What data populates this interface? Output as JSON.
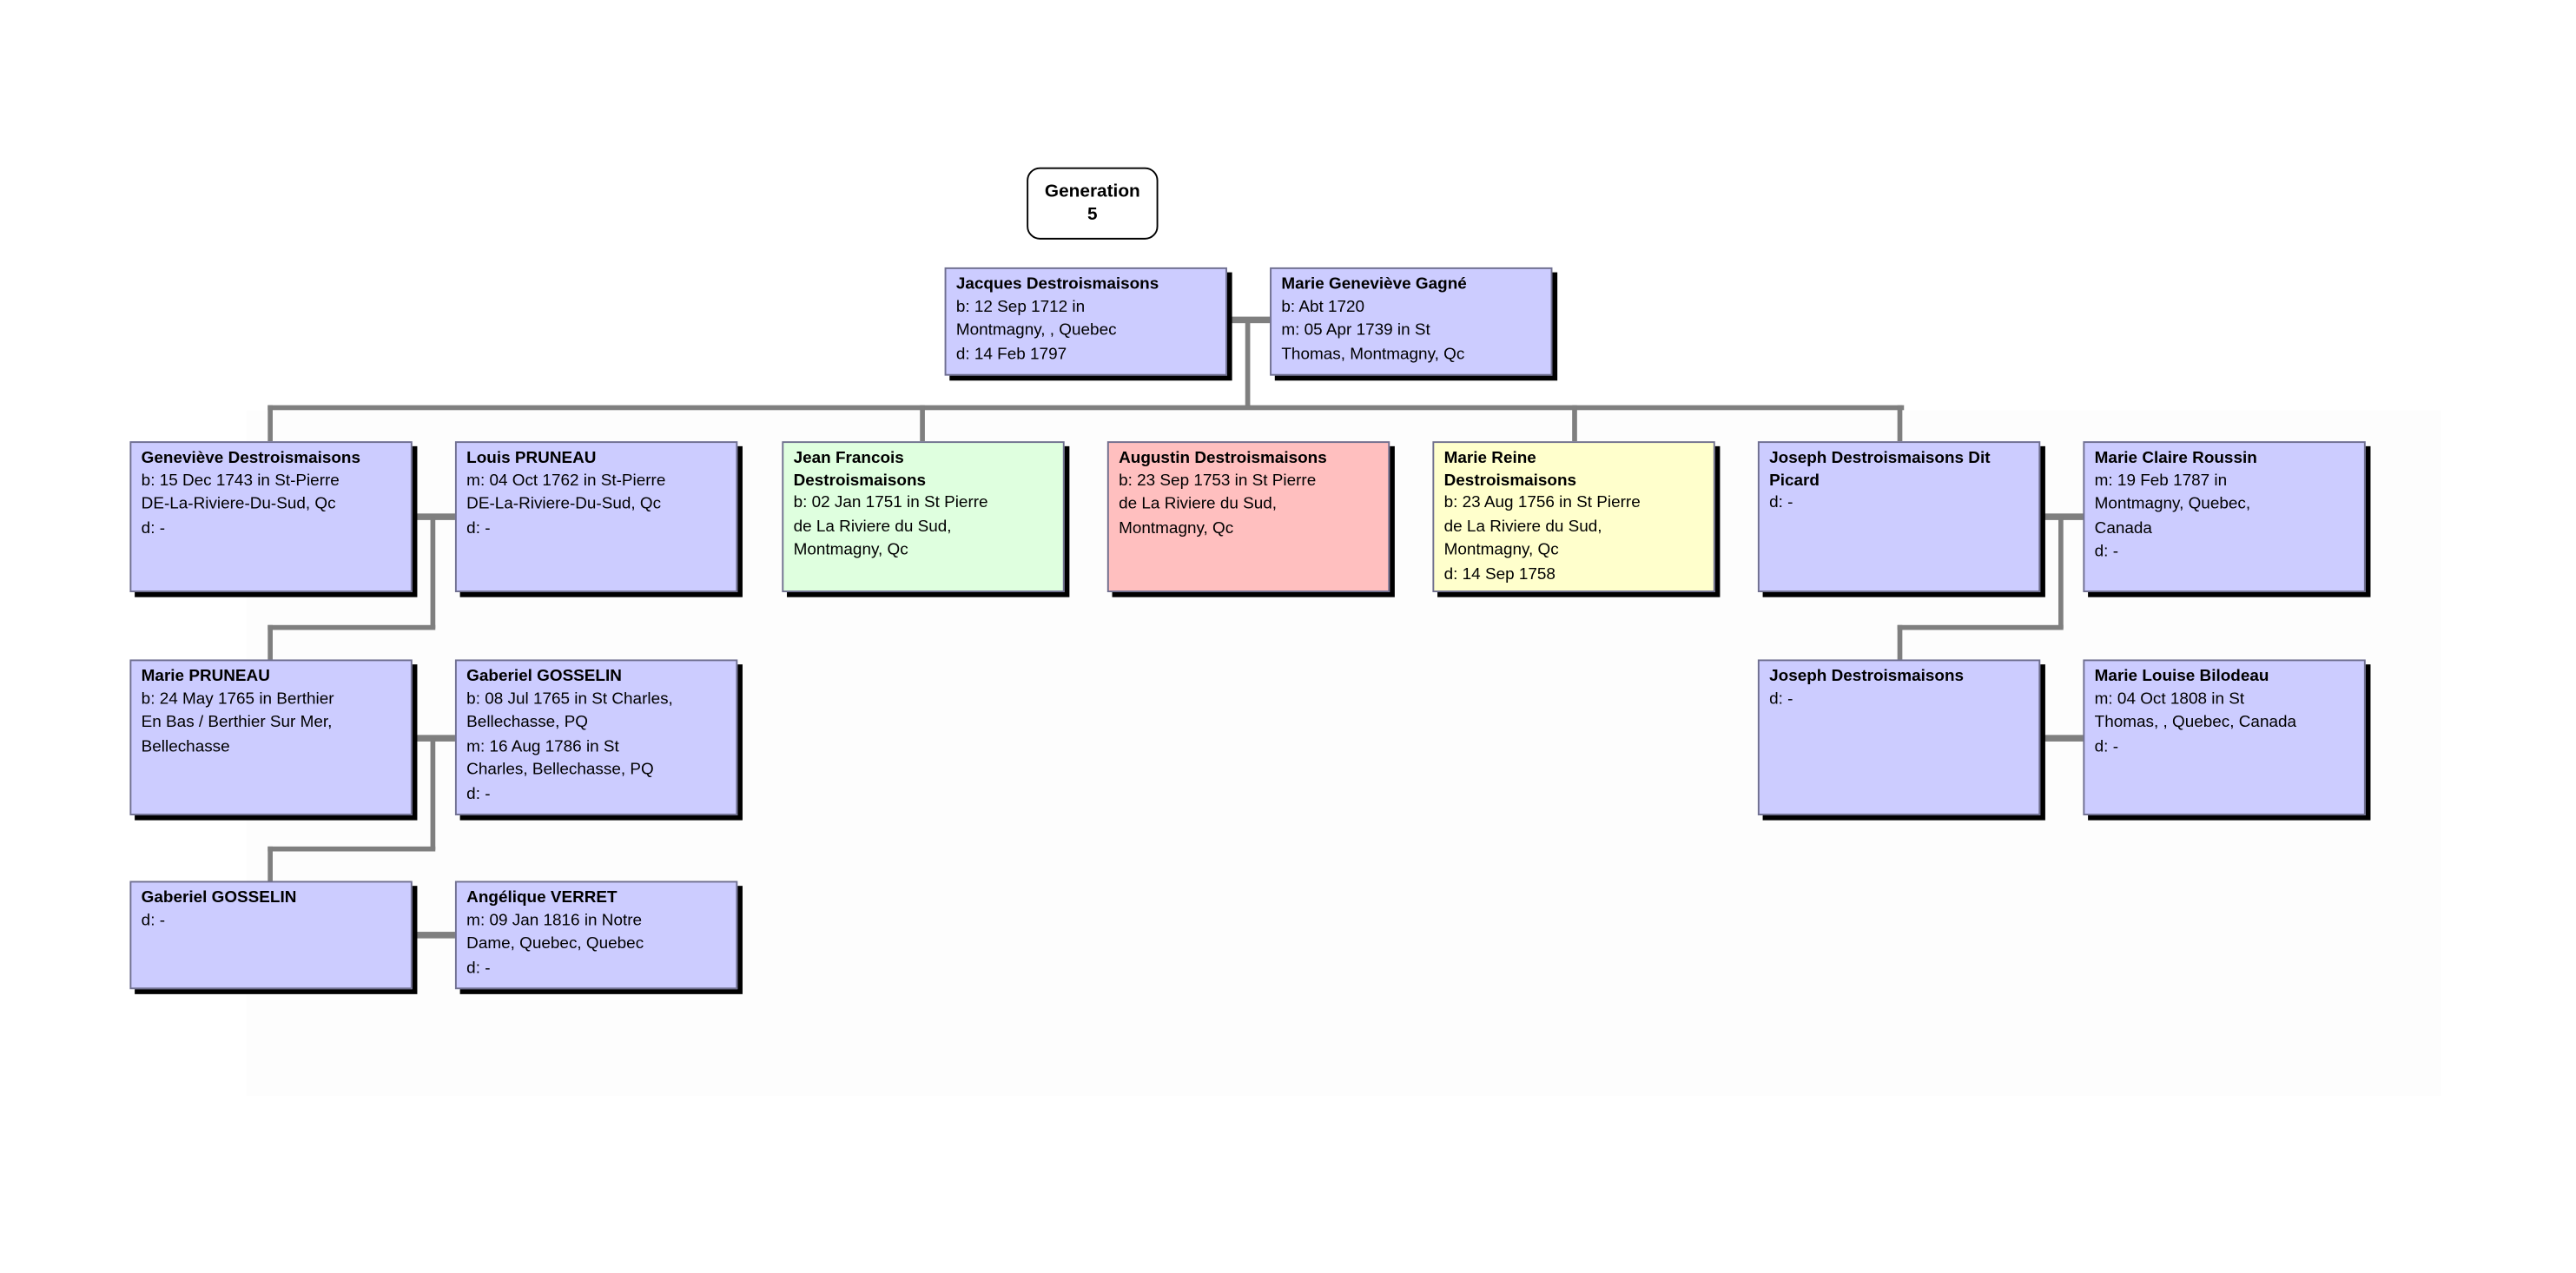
{
  "generation": {
    "line1": "Generation",
    "line2": "5"
  },
  "colors": {
    "blue": "#ccccff",
    "green": "#dfffdf",
    "red": "#ffbfbf",
    "yellow": "#ffffcc",
    "connector": "#7f7f7f"
  },
  "persons": {
    "jacques": {
      "name": "Jacques Destroismaisons",
      "l1": "b: 12 Sep 1712 in",
      "l2": "Montmagny, , Quebec",
      "l3": "d: 14 Feb 1797"
    },
    "marie_genevieve": {
      "name": "Marie Geneviève Gagné",
      "l1": "b: Abt 1720",
      "l2": "m: 05 Apr 1739 in St",
      "l3": "Thomas, Montmagny, Qc"
    },
    "genevieve": {
      "name": "Geneviève Destroismaisons",
      "l1": "b: 15 Dec 1743 in St-Pierre",
      "l2": "DE-La-Riviere-Du-Sud, Qc",
      "l3": "d: -"
    },
    "louis": {
      "name": "Louis PRUNEAU",
      "l1": "m: 04 Oct 1762 in St-Pierre",
      "l2": "DE-La-Riviere-Du-Sud, Qc",
      "l3": "d: -"
    },
    "jean_francois": {
      "name1": "Jean Francois",
      "name2": "Destroismaisons",
      "l1": "b: 02 Jan 1751 in St Pierre",
      "l2": "de La Riviere du Sud,",
      "l3": "Montmagny, Qc"
    },
    "augustin": {
      "name": "Augustin Destroismaisons",
      "l1": "b: 23 Sep 1753 in St Pierre",
      "l2": "de La Riviere du Sud,",
      "l3": "Montmagny, Qc"
    },
    "marie_reine": {
      "name1": "Marie Reine",
      "name2": "Destroismaisons",
      "l1": "b: 23 Aug 1756 in St Pierre",
      "l2": "de La Riviere du Sud,",
      "l3": "Montmagny, Qc",
      "l4": "d: 14 Sep 1758"
    },
    "joseph_picard": {
      "name1": "Joseph Destroismaisons Dit",
      "name2": "Picard",
      "l1": "d: -"
    },
    "marie_claire": {
      "name": "Marie Claire Roussin",
      "l1": "m: 19 Feb 1787 in",
      "l2": "Montmagny, Quebec,",
      "l3": "Canada",
      "l4": "d: -"
    },
    "marie_pruneau": {
      "name": "Marie PRUNEAU",
      "l1": "b: 24 May 1765 in Berthier",
      "l2": "En Bas / Berthier Sur Mer,",
      "l3": "Bellechasse"
    },
    "gaberiel1": {
      "name": "Gaberiel GOSSELIN",
      "l1": "b: 08 Jul 1765 in St Charles,",
      "l2": "Bellechasse, PQ",
      "l3": "m: 16 Aug 1786 in St",
      "l4": "Charles, Bellechasse, PQ",
      "l5": "d: -"
    },
    "joseph": {
      "name": "Joseph Destroismaisons",
      "l1": "d: -"
    },
    "marie_louise": {
      "name": "Marie Louise Bilodeau",
      "l1": "m: 04 Oct 1808 in St",
      "l2": "Thomas, , Quebec, Canada",
      "l3": "d: -"
    },
    "gaberiel2": {
      "name": "Gaberiel GOSSELIN",
      "l1": "d: -"
    },
    "angelique": {
      "name": "Angélique VERRET",
      "l1": "m: 09 Jan 1816 in Notre",
      "l2": "Dame, Quebec, Quebec",
      "l3": "d: -"
    }
  }
}
